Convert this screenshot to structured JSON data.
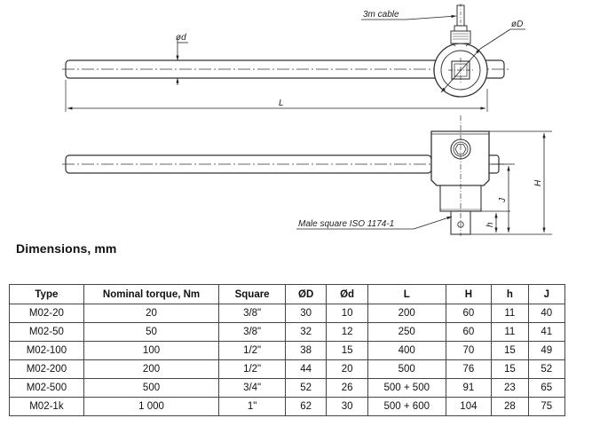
{
  "drawing": {
    "cable_label": "3m cable",
    "dia_big_label": "øD",
    "dia_small_label": "ød",
    "length_label": "L",
    "height_label": "H",
    "h_label": "h",
    "j_label": "J",
    "square_note": "Male square ISO 1174-1"
  },
  "section_title": "Dimensions, mm",
  "table": {
    "headers": [
      "Type",
      "Nominal torque, Nm",
      "Square",
      "ØD",
      "Ød",
      "L",
      "H",
      "h",
      "J"
    ],
    "rows": [
      [
        "M02-20",
        "20",
        "3/8\"",
        "30",
        "10",
        "200",
        "60",
        "11",
        "40"
      ],
      [
        "M02-50",
        "50",
        "3/8\"",
        "32",
        "12",
        "250",
        "60",
        "11",
        "41"
      ],
      [
        "M02-100",
        "100",
        "1/2\"",
        "38",
        "15",
        "400",
        "70",
        "15",
        "49"
      ],
      [
        "M02-200",
        "200",
        "1/2\"",
        "44",
        "20",
        "500",
        "76",
        "15",
        "52"
      ],
      [
        "M02-500",
        "500",
        "3/4\"",
        "52",
        "26",
        "500 + 500",
        "91",
        "23",
        "65"
      ],
      [
        "M02-1k",
        "1 000",
        "1\"",
        "62",
        "30",
        "500 + 600",
        "104",
        "28",
        "75"
      ]
    ]
  }
}
